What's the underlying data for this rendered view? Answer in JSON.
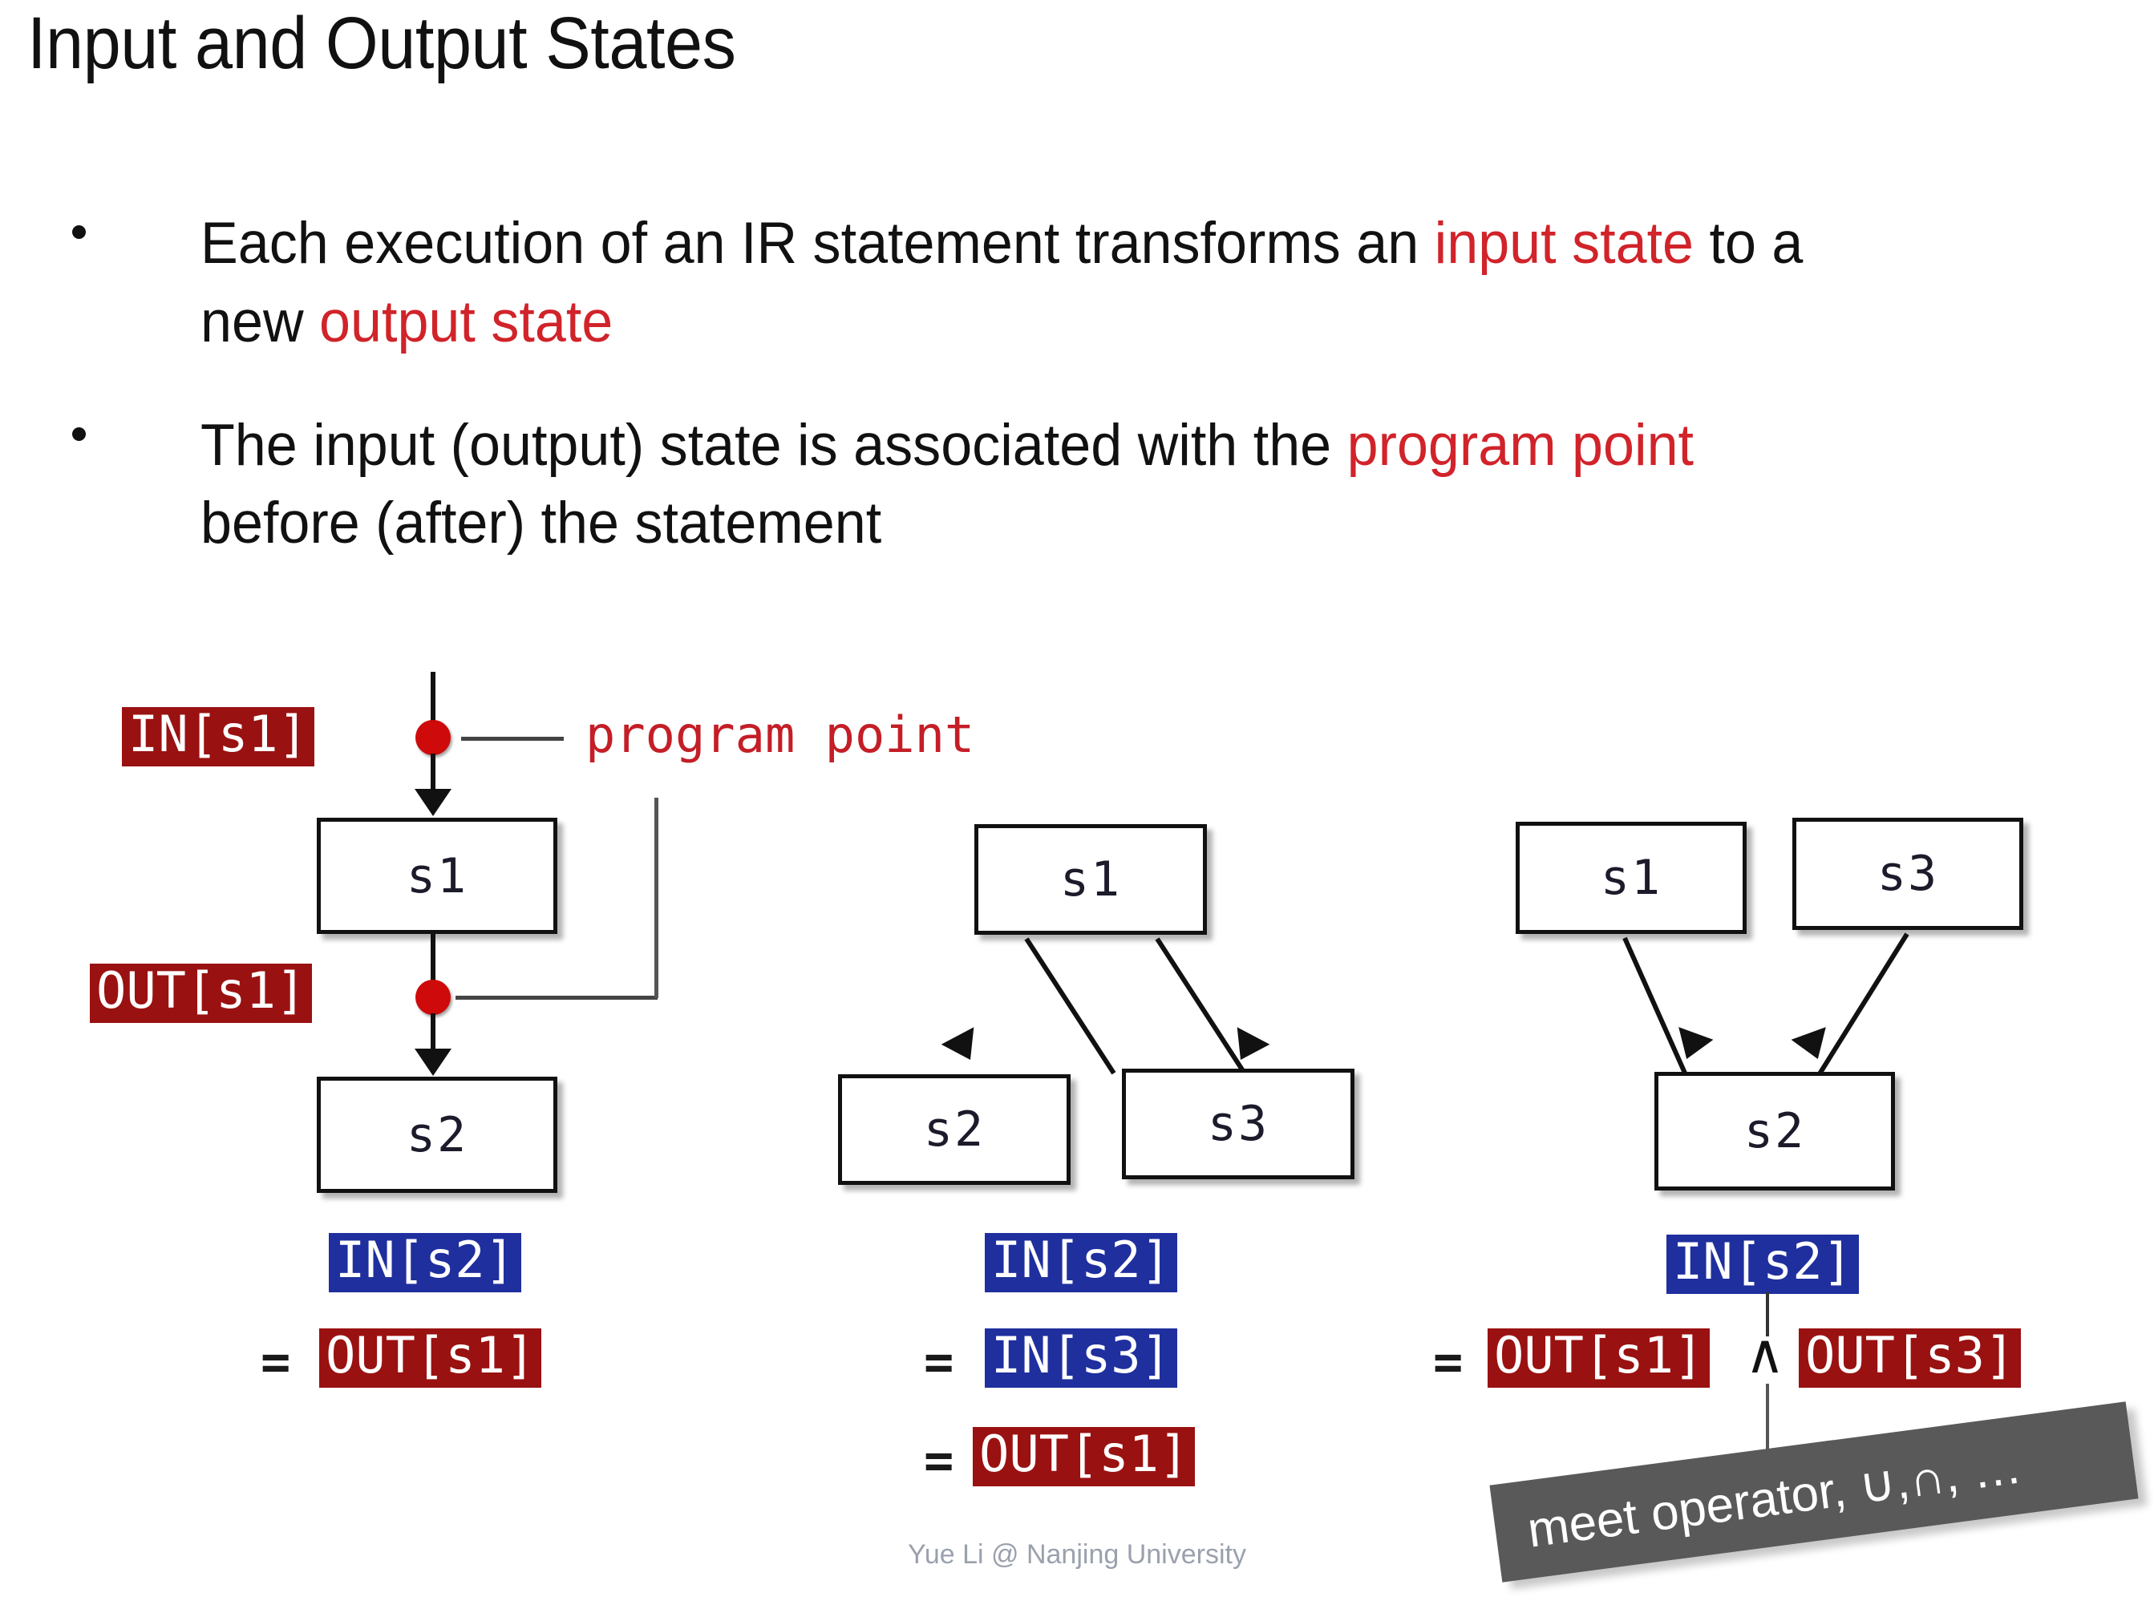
{
  "slide": {
    "title": "Input and Output States",
    "footer": "Yue Li @ Nanjing University"
  },
  "bullets": [
    {
      "parts": [
        {
          "text": "Each execution of an IR statement transforms an ",
          "color": "black"
        },
        {
          "text": "input state",
          "color": "red"
        },
        {
          "text": " to a new ",
          "color": "black"
        },
        {
          "text": "output state",
          "color": "red"
        }
      ]
    },
    {
      "parts": [
        {
          "text": "The input (output) state is associated with the ",
          "color": "black"
        },
        {
          "text": "program point",
          "color": "red"
        },
        {
          "text": " before (after) the statement",
          "color": "black"
        }
      ]
    }
  ],
  "diagrams": {
    "left": {
      "name": "sequential-statements",
      "nodes": [
        {
          "id": "node-s1",
          "label": "s1"
        },
        {
          "id": "node-s2",
          "label": "s2"
        }
      ],
      "annotations": {
        "in_s1": "IN[s1]",
        "out_s1": "OUT[s1]",
        "program_point": "program point"
      },
      "equation": {
        "lhs": "IN[s2]",
        "eq": "=",
        "rhs": "OUT[s1]"
      }
    },
    "middle": {
      "name": "branching-statements",
      "nodes": [
        {
          "id": "node-s1",
          "label": "s1"
        },
        {
          "id": "node-s2",
          "label": "s2"
        },
        {
          "id": "node-s3",
          "label": "s3"
        }
      ],
      "equation_lines": [
        {
          "eq": "",
          "term": "IN[s2]",
          "style": "blue"
        },
        {
          "eq": "=",
          "term": "IN[s3]",
          "style": "blue"
        },
        {
          "eq": "=",
          "term": "OUT[s1]",
          "style": "red"
        }
      ]
    },
    "right": {
      "name": "merging-statements",
      "nodes": [
        {
          "id": "node-s1",
          "label": "s1"
        },
        {
          "id": "node-s3",
          "label": "s3"
        },
        {
          "id": "node-s2",
          "label": "s2"
        }
      ],
      "equation": {
        "lhs": "IN[s2]",
        "eq": "=",
        "rhs_left": "OUT[s1]",
        "operator": "∧",
        "rhs_right": "OUT[s3]"
      },
      "callout": "meet operator, ∪,∩, …"
    }
  },
  "colors": {
    "highlight_red_text": "#D1232A",
    "chip_red_bg": "#9A1111",
    "chip_blue_bg": "#1F2F9E",
    "program_point_dot": "#CE0A0A",
    "banner_bg": "#595959",
    "footer_text": "#9AA1AD"
  }
}
